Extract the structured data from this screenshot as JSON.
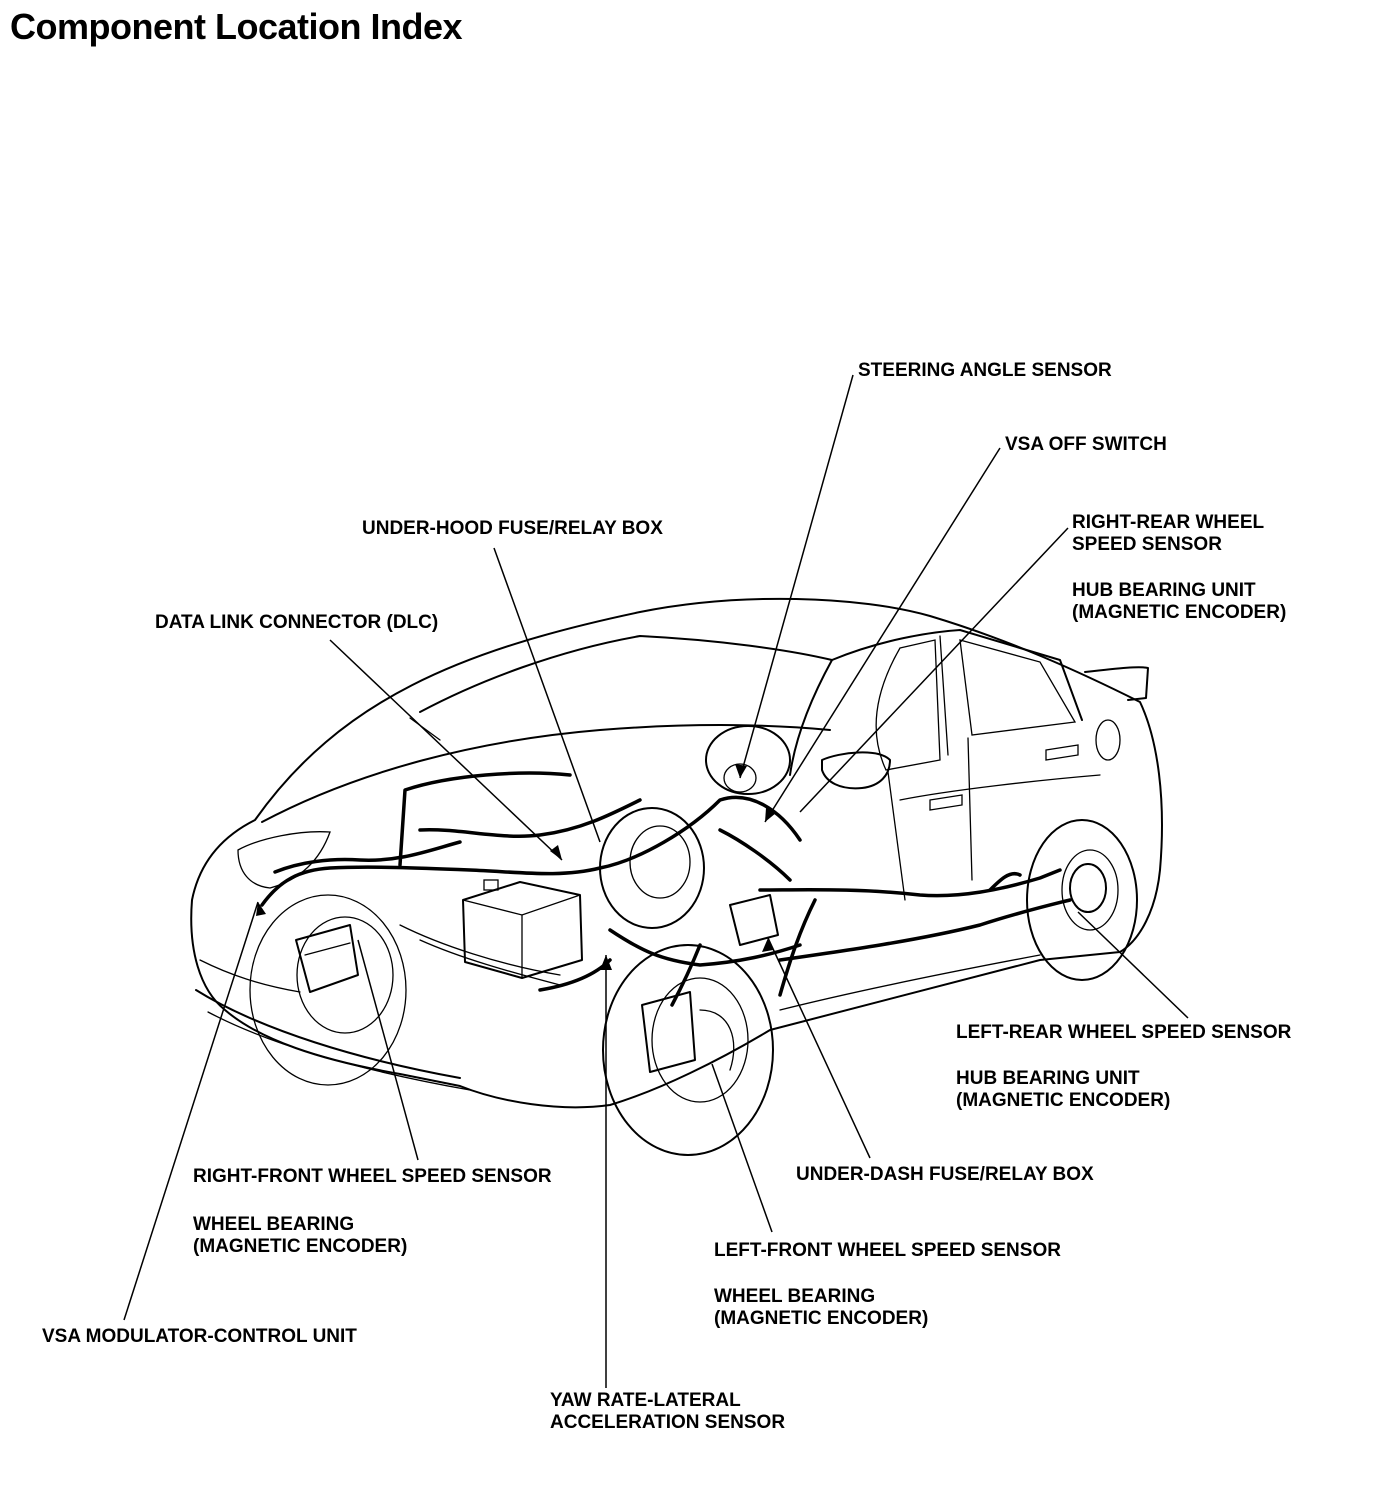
{
  "title": "Component Location Index",
  "labels": {
    "steering_angle_sensor": "STEERING ANGLE SENSOR",
    "vsa_off_switch": "VSA OFF SWITCH",
    "right_rear_wheel_speed_sensor": [
      "RIGHT-REAR WHEEL",
      "SPEED SENSOR"
    ],
    "right_rear_hub_bearing": [
      "HUB BEARING UNIT",
      "(MAGNETIC ENCODER)"
    ],
    "under_hood_fuse_relay_box": "UNDER-HOOD FUSE/RELAY BOX",
    "data_link_connector": "DATA LINK CONNECTOR (DLC)",
    "left_rear_wheel_speed_sensor": "LEFT-REAR WHEEL SPEED SENSOR",
    "left_rear_hub_bearing": [
      "HUB BEARING UNIT",
      "(MAGNETIC ENCODER)"
    ],
    "under_dash_fuse_relay_box": "UNDER-DASH FUSE/RELAY BOX",
    "right_front_wheel_speed_sensor": "RIGHT-FRONT WHEEL SPEED SENSOR",
    "right_front_wheel_bearing": [
      "WHEEL BEARING",
      "(MAGNETIC ENCODER)"
    ],
    "left_front_wheel_speed_sensor": "LEFT-FRONT WHEEL SPEED SENSOR",
    "left_front_wheel_bearing": [
      "WHEEL BEARING",
      "(MAGNETIC ENCODER)"
    ],
    "vsa_modulator_control_unit": "VSA MODULATOR-CONTROL UNIT",
    "yaw_rate_sensor": [
      "YAW RATE-LATERAL",
      "ACCELERATION SENSOR"
    ]
  }
}
